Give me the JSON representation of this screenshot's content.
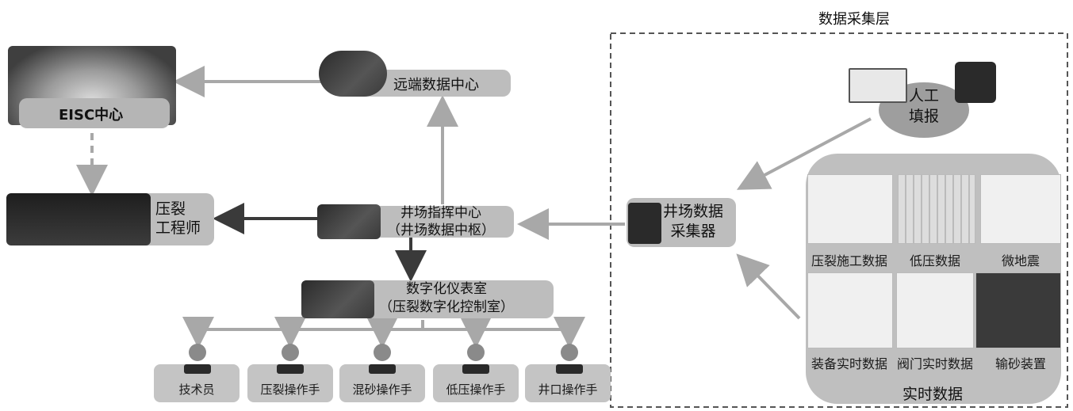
{
  "layer_title": "数据采集层",
  "nodes": {
    "eisc": "EISC中心",
    "remote": "远端数据中心",
    "engineer": "压裂\n工程师",
    "command": "井场指挥中心\n（井场数据中枢）",
    "instrument": "数字化仪表室\n（压裂数字化控制室）",
    "collector": "井场数据\n采集器",
    "manual": "人工\n填报"
  },
  "operators": [
    "技术员",
    "压裂操作手",
    "混砂操作手",
    "低压操作手",
    "井口操作手"
  ],
  "realtime": {
    "title": "实时数据",
    "panels": [
      "压裂施工数据",
      "低压数据",
      "微地震",
      "装备实时数据",
      "阀门实时数据",
      "输砂装置"
    ]
  },
  "colors": {
    "box": "#bdbdbd",
    "arrow_light": "#a8a8a8",
    "arrow_dark": "#3a3a3a"
  }
}
